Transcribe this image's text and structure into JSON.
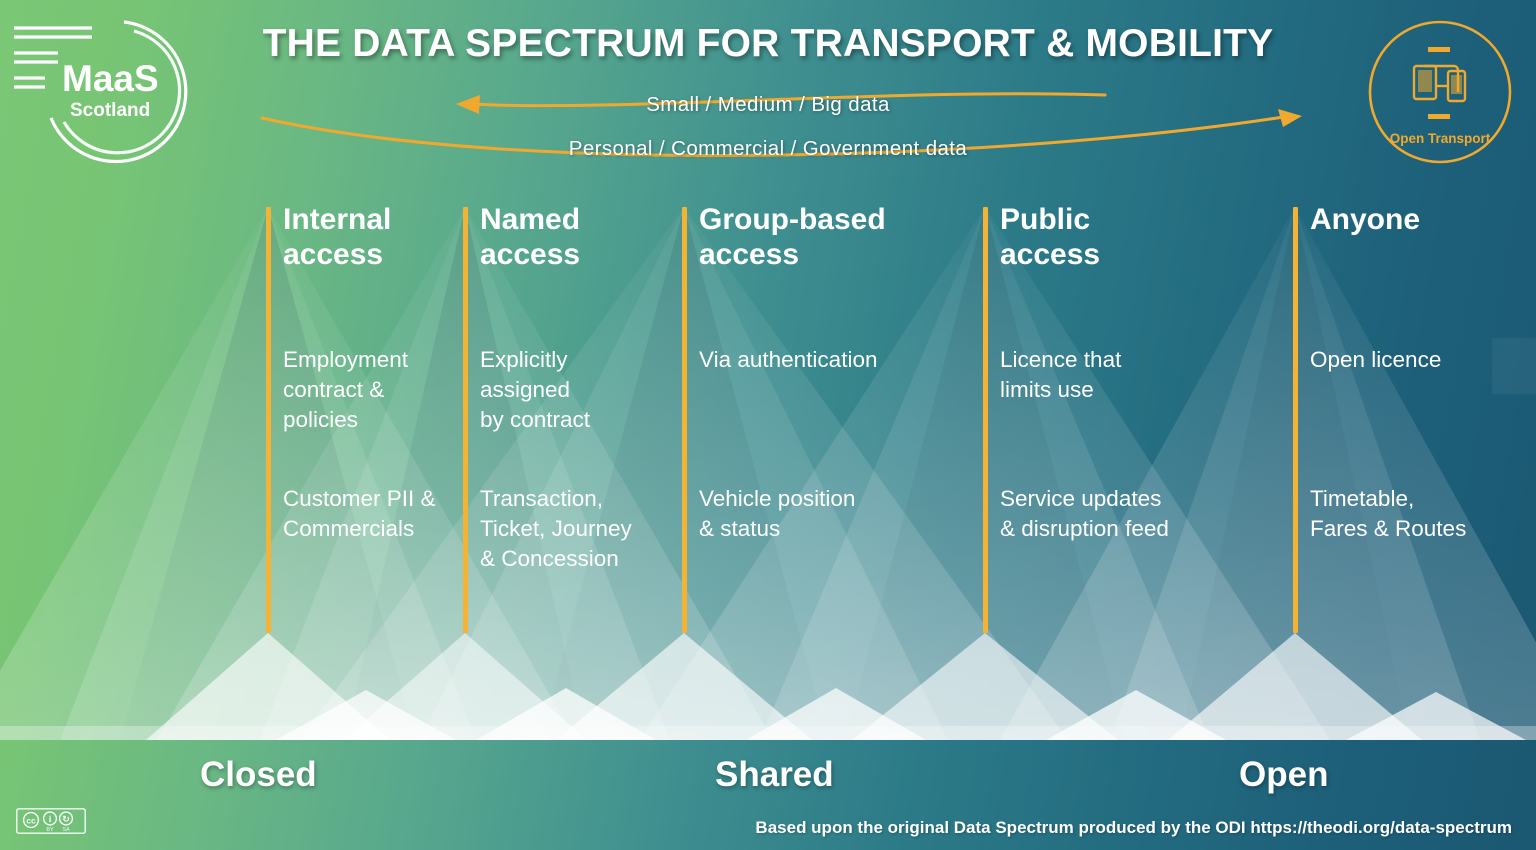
{
  "header": {
    "title": "THE DATA SPECTRUM FOR TRANSPORT & MOBILITY",
    "arrow_label_top": "Small  /  Medium  /  Big data",
    "arrow_label_bottom": "Personal  /  Commercial  /  Government data"
  },
  "logos": {
    "left": {
      "name": "maas-scotland-logo",
      "primary": "MaaS",
      "secondary": "Scotland"
    },
    "right": {
      "name": "open-transport-logo",
      "label": "Open Transport"
    }
  },
  "columns": [
    {
      "id": "internal-access",
      "heading": "Internal\naccess",
      "line1": "Employment\ncontract &\npolicies",
      "line2": "Customer PII &\nCommercials"
    },
    {
      "id": "named-access",
      "heading": "Named\naccess",
      "line1": "Explicitly\nassigned\nby contract",
      "line2": "Transaction,\nTicket, Journey\n& Concession"
    },
    {
      "id": "group-based-access",
      "heading": "Group-based\naccess",
      "line1": "Via authentication",
      "line2": "Vehicle position\n& status"
    },
    {
      "id": "public-access",
      "heading": "Public\naccess",
      "line1": "Licence that\nlimits use",
      "line2": "Service updates\n& disruption feed"
    },
    {
      "id": "anyone",
      "heading": "Anyone",
      "line1": "Open licence",
      "line2": "Timetable,\nFares & Routes"
    }
  ],
  "scale": {
    "closed": "Closed",
    "shared": "Shared",
    "open": "Open"
  },
  "footer": {
    "attribution": "Based upon the original Data Spectrum produced by the ODI https://theodi.org/data-spectrum",
    "licence_badge": "cc-by-sa-icon",
    "licence_by": "BY",
    "licence_sa": "SA"
  },
  "colors": {
    "accent_orange": "#f5b335",
    "bg_green": "#7ac876",
    "bg_teal": "#1b5872",
    "text_white": "#ffffff"
  }
}
